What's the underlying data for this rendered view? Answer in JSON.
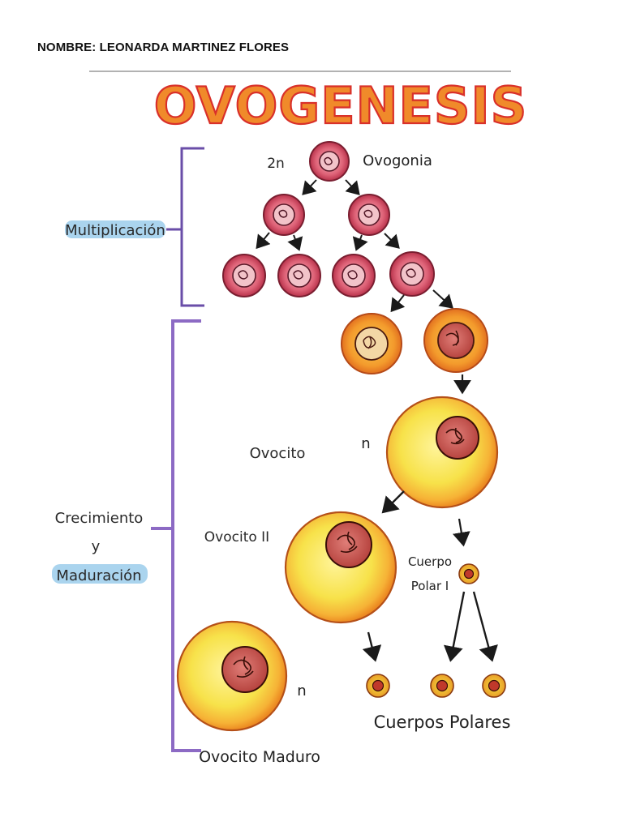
{
  "student_label": "NOMBRE: LEONARDA MARTINEZ FLORES",
  "title": "OVOGENESIS",
  "phases": {
    "multiplication": "Multiplicación",
    "growth_line1": "Crecimiento",
    "growth_line2": "y",
    "growth_line3": "Maduración"
  },
  "labels": {
    "ploidy_2n": "2n",
    "oogonia": "Ovogonia",
    "oocyte": "Ovocito",
    "ploidy_n_oocyte": "n",
    "oocyte_2": "Ovocito II",
    "polar_body_1_line1": "Cuerpo",
    "polar_body_1_line2": "Polar I",
    "ploidy_n_mature": "n",
    "polar_bodies": "Cuerpos Polares",
    "mature_oocyte": "Ovocito Maduro"
  },
  "colors": {
    "title_fill": "#f08a2a",
    "title_outline": "#d9302a",
    "oogonia_fill": "#d9566a",
    "oocyte_yellow": "#f7e64a",
    "oocyte_orange": "#f59b2a",
    "nucleus": "#c9544f",
    "phase_bracket": "#8c6ac4",
    "phase_highlight": "#8ec6e8"
  }
}
